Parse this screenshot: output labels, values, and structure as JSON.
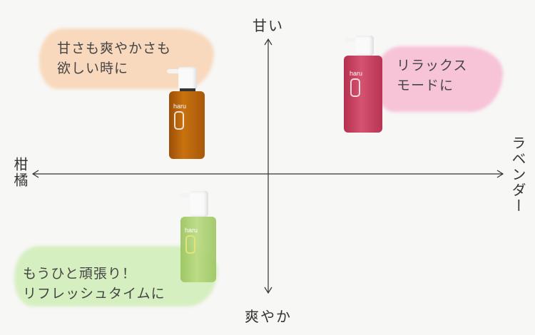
{
  "axes": {
    "top": "甘い",
    "bottom": "爽やか",
    "left": "柑橘",
    "right": "ラベンダー"
  },
  "notes": {
    "top_left": [
      "甘さも爽やかさも",
      "欲しい時に"
    ],
    "top_right": [
      "リラックス",
      "モードに"
    ],
    "bottom_left": [
      "もうひと頑張り！",
      "リフレッシュタイムに"
    ]
  },
  "products": {
    "brand": "haru",
    "colors": {
      "orange": "#b5600d",
      "pink": "#c8405e",
      "green": "#a6cc6a"
    }
  }
}
